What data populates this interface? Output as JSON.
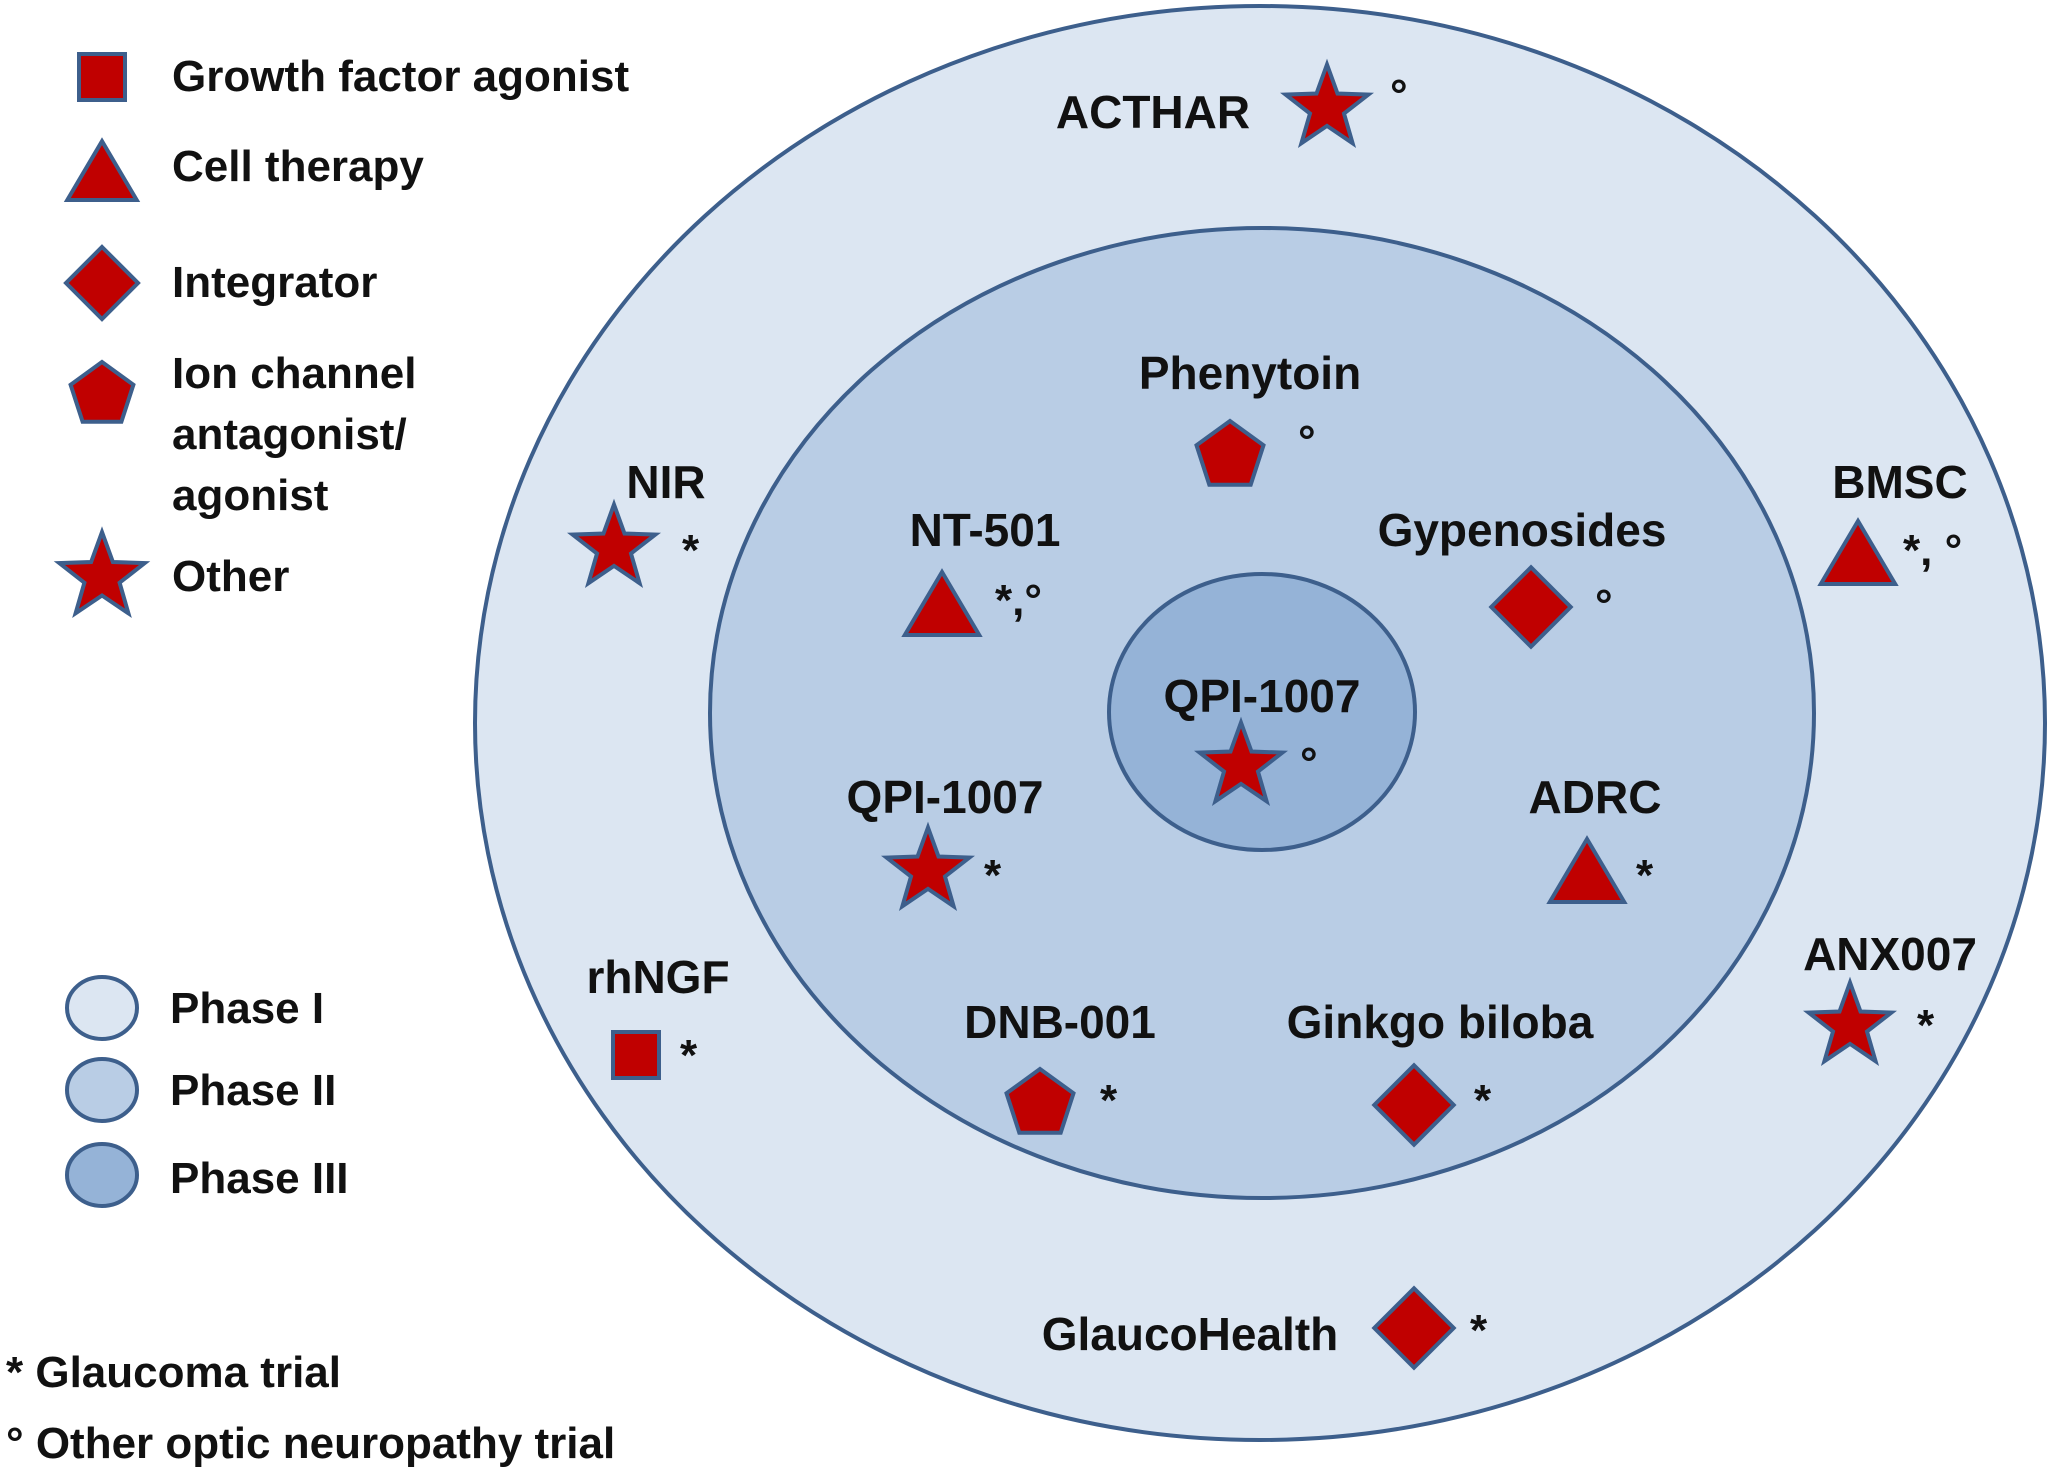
{
  "colors": {
    "phase1_fill": "#dce6f2",
    "phase2_fill": "#b9cde5",
    "phase3_fill": "#95b3d7",
    "ring_stroke": "#3d5f8c",
    "marker_fill": "#c00000",
    "marker_stroke": "#3d5f8c"
  },
  "legend_mechanism": [
    {
      "shape": "square",
      "label": "Growth factor agonist"
    },
    {
      "shape": "triangle",
      "label": "Cell therapy"
    },
    {
      "shape": "diamond",
      "label": "Integrator"
    },
    {
      "shape": "pentagon",
      "label": "Ion channel antagonist/ agonist",
      "lines": [
        "Ion channel",
        "antagonist/",
        "agonist"
      ]
    },
    {
      "shape": "star",
      "label": "Other"
    }
  ],
  "legend_phase": [
    {
      "phase": "I",
      "label": "Phase I"
    },
    {
      "phase": "II",
      "label": "Phase II"
    },
    {
      "phase": "III",
      "label": "Phase III"
    }
  ],
  "footnotes": [
    {
      "symbol": "*",
      "label": "* Glaucoma trial"
    },
    {
      "symbol": "°",
      "label": "° Other optic neuropathy trial"
    }
  ],
  "drugs": [
    {
      "name": "ACTHAR",
      "phase": "I",
      "mechanism": "star",
      "trial": "°"
    },
    {
      "name": "NIR",
      "phase": "I",
      "mechanism": "star",
      "trial": "*"
    },
    {
      "name": "BMSC",
      "phase": "I",
      "mechanism": "triangle",
      "trial": "*, °"
    },
    {
      "name": "rhNGF",
      "phase": "I",
      "mechanism": "square",
      "trial": "*"
    },
    {
      "name": "ANX007",
      "phase": "I",
      "mechanism": "star",
      "trial": "*"
    },
    {
      "name": "GlaucoHealth",
      "phase": "I",
      "mechanism": "diamond",
      "trial": "*"
    },
    {
      "name": "Phenytoin",
      "phase": "II",
      "mechanism": "pentagon",
      "trial": "°"
    },
    {
      "name": "NT-501",
      "phase": "II",
      "mechanism": "triangle",
      "trial": "*,°"
    },
    {
      "name": "Gypenosides",
      "phase": "II",
      "mechanism": "diamond",
      "trial": "°"
    },
    {
      "name": "QPI-1007",
      "phase": "II",
      "mechanism": "star",
      "trial": "*"
    },
    {
      "name": "ADRC",
      "phase": "II",
      "mechanism": "triangle",
      "trial": "*"
    },
    {
      "name": "DNB-001",
      "phase": "II",
      "mechanism": "pentagon",
      "trial": "*"
    },
    {
      "name": "Ginkgo biloba",
      "phase": "II",
      "mechanism": "diamond",
      "trial": "*"
    },
    {
      "name": "QPI-1007",
      "phase": "III",
      "mechanism": "star",
      "trial": "°"
    }
  ]
}
